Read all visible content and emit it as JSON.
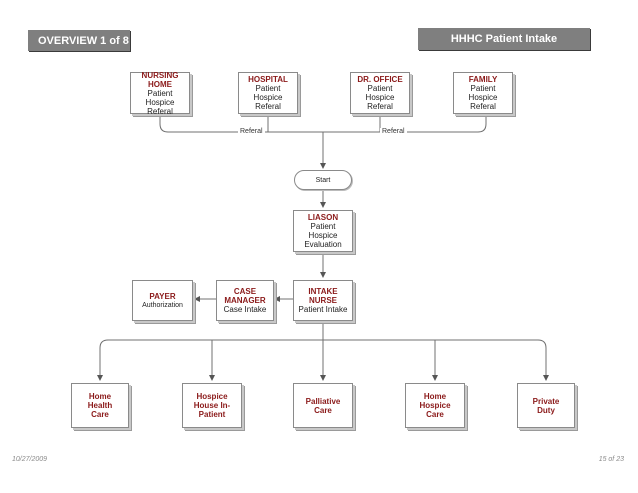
{
  "header": {
    "overview_label": "OVERVIEW 1 of 8",
    "title": "HHHC Patient Intake"
  },
  "referral_sources": [
    {
      "title": "NURSING HOME",
      "subtitle": "Patient Hospice Referal"
    },
    {
      "title": "HOSPITAL",
      "subtitle": "Patient Hospice Referal"
    },
    {
      "title": "DR. OFFICE",
      "subtitle": "Patient Hospice Referal"
    },
    {
      "title": "FAMILY",
      "subtitle": "Patient Hospice Referal"
    }
  ],
  "edge_labels": [
    "Referal",
    "Referal"
  ],
  "start_label": "Start",
  "liaison": {
    "title": "LIASON",
    "subtitle": "Patient Hospice Evaluation"
  },
  "intake_nurse": {
    "title": "INTAKE NURSE",
    "subtitle": "Patient Intake"
  },
  "case_manager": {
    "title": "CASE MANAGER",
    "subtitle": "Case Intake"
  },
  "payer": {
    "title": "PAYER",
    "subtitle": "Authorization"
  },
  "care_options": [
    "Home Health Care",
    "Hospice House In-Patient",
    "Palliative Care",
    "Home Hospice Care",
    "Private Duty"
  ],
  "footer": {
    "date": "10/27/2009",
    "page": "15 of 23"
  },
  "colors": {
    "accent_text": "#8b1a1a",
    "banner": "#7f7f7f",
    "lines": "#707070"
  }
}
